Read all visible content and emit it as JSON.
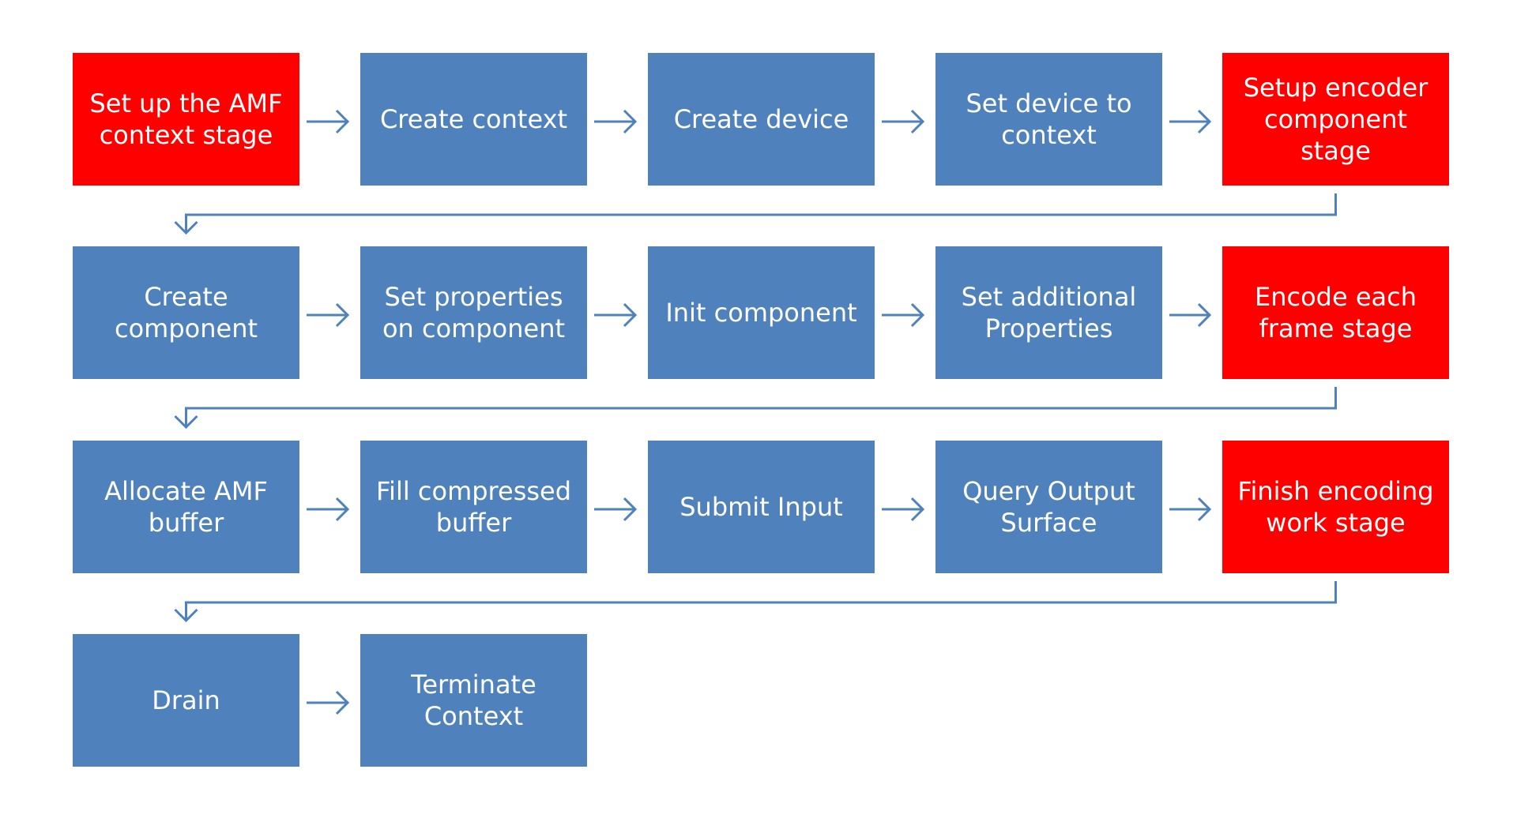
{
  "colors": {
    "step_fill": "#4f81bd",
    "stage_fill": "#ff0000",
    "arrow_stroke": "#4f81bd",
    "label_text": "#ffffff",
    "background": "#ffffff"
  },
  "rows": [
    {
      "nodes": [
        {
          "id": "setup-amf-context-stage",
          "kind": "stage",
          "lines": [
            "Set up the AMF",
            "context stage"
          ]
        },
        {
          "id": "create-context",
          "kind": "step",
          "lines": [
            "Create context"
          ]
        },
        {
          "id": "create-device",
          "kind": "step",
          "lines": [
            "Create device"
          ]
        },
        {
          "id": "set-device-to-context",
          "kind": "step",
          "lines": [
            "Set device to",
            "context"
          ]
        },
        {
          "id": "setup-encoder-component-stage",
          "kind": "stage",
          "lines": [
            "Setup encoder",
            "component",
            "stage"
          ]
        }
      ]
    },
    {
      "nodes": [
        {
          "id": "create-component",
          "kind": "step",
          "lines": [
            "Create",
            "component"
          ]
        },
        {
          "id": "set-properties-on-component",
          "kind": "step",
          "lines": [
            "Set properties",
            "on component"
          ]
        },
        {
          "id": "init-component",
          "kind": "step",
          "lines": [
            "Init component"
          ]
        },
        {
          "id": "set-additional-properties",
          "kind": "step",
          "lines": [
            "Set additional",
            "Properties"
          ]
        },
        {
          "id": "encode-each-frame-stage",
          "kind": "stage",
          "lines": [
            "Encode each",
            "frame stage"
          ]
        }
      ]
    },
    {
      "nodes": [
        {
          "id": "allocate-amf-buffer",
          "kind": "step",
          "lines": [
            "Allocate AMF",
            "buffer"
          ]
        },
        {
          "id": "fill-compressed-buffer",
          "kind": "step",
          "lines": [
            "Fill compressed",
            "buffer"
          ]
        },
        {
          "id": "submit-input",
          "kind": "step",
          "lines": [
            "Submit Input"
          ]
        },
        {
          "id": "query-output-surface",
          "kind": "step",
          "lines": [
            "Query  Output",
            "Surface"
          ]
        },
        {
          "id": "finish-encoding-work-stage",
          "kind": "stage",
          "lines": [
            "Finish encoding",
            "work stage"
          ]
        }
      ]
    },
    {
      "nodes": [
        {
          "id": "drain",
          "kind": "step",
          "lines": [
            "Drain"
          ]
        },
        {
          "id": "terminate-context",
          "kind": "step",
          "lines": [
            "Terminate",
            "Context"
          ]
        }
      ]
    }
  ]
}
